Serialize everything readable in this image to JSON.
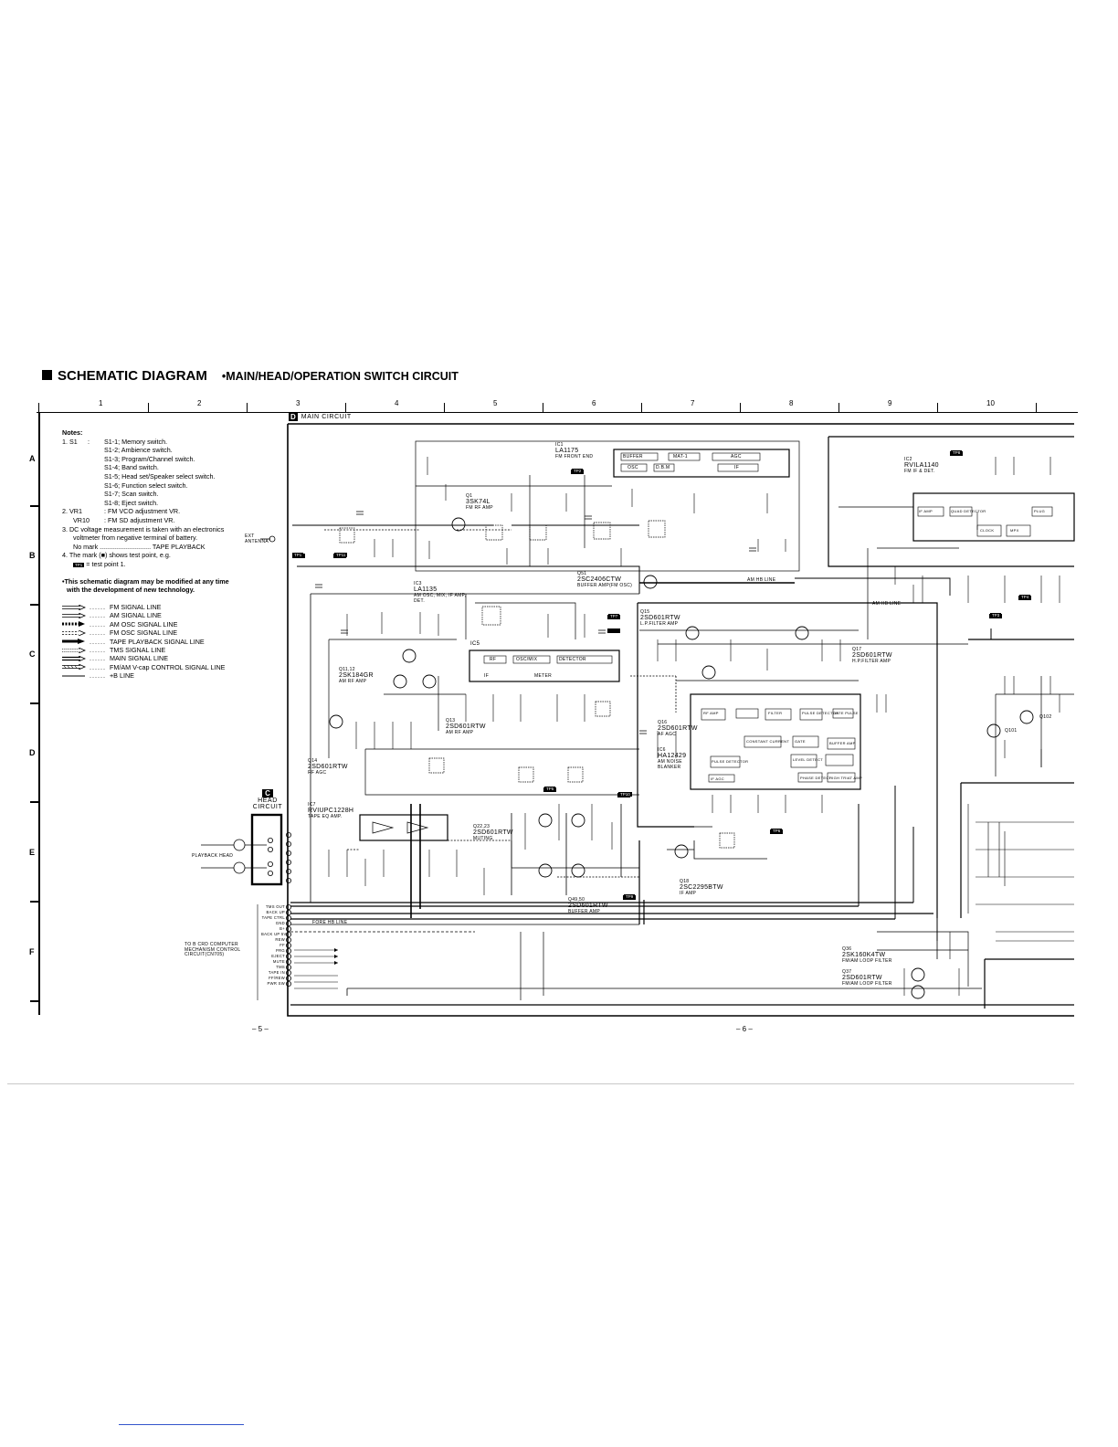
{
  "header": {
    "title": "SCHEMATIC DIAGRAM",
    "subtitle": "•MAIN/HEAD/OPERATION SWITCH CIRCUIT"
  },
  "grid": {
    "columns": [
      "1",
      "2",
      "3",
      "4",
      "5",
      "6",
      "7",
      "8",
      "9",
      "10"
    ],
    "rows": [
      "A",
      "B",
      "C",
      "D",
      "E",
      "F"
    ]
  },
  "notes": {
    "heading": "Notes:",
    "n1_key": "1.  S1",
    "s1_items": [
      "S1-1;  Memory switch.",
      "S1-2;  Ambience switch.",
      "S1-3;  Program/Channel switch.",
      "S1-4;  Band switch.",
      "S1-5;  Head set/Speaker select switch.",
      "S1-6;  Function select switch.",
      "S1-7;  Scan switch.",
      "S1-8;  Eject switch."
    ],
    "n2_key": "2.  VR1",
    "n2_val": ":  FM VCO adjustment VR.",
    "n2b_key": "VR10",
    "n2b_val": ":  FM SD adjustment VR.",
    "n3_a": "3.  DC voltage measurement is taken with an electronics",
    "n3_b": "voltmeter from negative terminal of battery.",
    "n3_c": "No mark  ............................  TAPE PLAYBACK",
    "n4": "4.  The mark (■) shows test point, e.g.",
    "n4b_tp": "TP1",
    "n4b": " = test point 1.",
    "warning_a": "•This schematic diagram may be modified at any time",
    "warning_b": "with the development of new technology."
  },
  "legend": [
    {
      "label": "FM SIGNAL LINE",
      "style": "hollow"
    },
    {
      "label": "AM SIGNAL LINE",
      "style": "hollow"
    },
    {
      "label": "AM OSC SIGNAL LINE",
      "style": "dashed-solid"
    },
    {
      "label": "FM OSC SIGNAL LINE",
      "style": "dashed-hollow"
    },
    {
      "label": "TAPE PLAYBACK SIGNAL LINE",
      "style": "solid"
    },
    {
      "label": "TMS SIGNAL LINE",
      "style": "dotted"
    },
    {
      "label": "MAIN SIGNAL LINE",
      "style": "double"
    },
    {
      "label": "FM/AM V-cap CONTROL SIGNAL LINE",
      "style": "hatched"
    },
    {
      "label": "+B LINE",
      "style": "line"
    }
  ],
  "legend_dots": "......",
  "blocks": {
    "main_letter": "D",
    "main_label": "MAIN CIRCUIT",
    "head_letter": "C",
    "head_label_1": "HEAD",
    "head_label_2": "CIRCUIT"
  },
  "components": [
    {
      "ref": "IC1",
      "part": "LA1175",
      "desc": "FM FRONT END"
    },
    {
      "ref": "IC2",
      "part": "RVILA1140",
      "desc": "FM IF & DET."
    },
    {
      "ref": "IC3",
      "part": "LA1135",
      "desc": "AM OSC, MIX, IF AMP, DET."
    },
    {
      "ref": "IC5",
      "part": "",
      "desc": ""
    },
    {
      "ref": "IC6",
      "part": "HA12429",
      "desc": "AM NOISE BLANKER"
    },
    {
      "ref": "IC7",
      "part": "RVIUPC1228H",
      "desc": "TAPE EQ AMP."
    },
    {
      "ref": "Q1",
      "part": "3SK74L",
      "desc": "FM RF AMP"
    },
    {
      "ref": "Q11,12",
      "part": "2SK184GR",
      "desc": "AM RF AMP"
    },
    {
      "ref": "Q13",
      "part": "2SD601RTW",
      "desc": "AM RF AMP"
    },
    {
      "ref": "Q14",
      "part": "2SD601RTW",
      "desc": "RF AGC"
    },
    {
      "ref": "Q15",
      "part": "2SD601RTW",
      "desc": "L.P.FILTER AMP"
    },
    {
      "ref": "Q16",
      "part": "2SD601RTW",
      "desc": "AF AGC"
    },
    {
      "ref": "Q17",
      "part": "2SD601RTW",
      "desc": "H.P.FILTER AMP"
    },
    {
      "ref": "Q18",
      "part": "2SC2295BTW",
      "desc": "IF AMP"
    },
    {
      "ref": "Q22,23",
      "part": "2SD601RTW",
      "desc": "MUTING"
    },
    {
      "ref": "Q49,50",
      "part": "2SD601RTW",
      "desc": "BUFFER AMP"
    },
    {
      "ref": "Q51",
      "part": "2SC2406CTW",
      "desc": "BUFFER AMP(FM OSC)"
    },
    {
      "ref": "Q36",
      "part": "2SK160K4TW",
      "desc": "FM/AM LOOP FILTER"
    },
    {
      "ref": "Q37",
      "part": "2SD601RTW",
      "desc": "FM/AM LOOP FILTER"
    },
    {
      "ref": "Q101",
      "part": "",
      "desc": ""
    },
    {
      "ref": "Q102",
      "part": "",
      "desc": ""
    }
  ],
  "ic1_blocks": [
    "BUFFER",
    "MAT-1",
    "AGC",
    "OSC",
    "D.B.M",
    "IF"
  ],
  "ic2_blocks": [
    "IF AMP",
    "QUAD DETECTOR",
    "PLUG",
    "CLOCK",
    "MPX"
  ],
  "ic5_blocks": [
    "RF",
    "OSC/MIX",
    "IF",
    "DETECTOR",
    "METER"
  ],
  "ic6_blocks": [
    "RF AMP",
    "FILTER",
    "PULSE DETECTOR",
    "GATE PULSE",
    "CONSTANT CURRENT",
    "PULSE DETECTOR",
    "GATE",
    "LEVEL DETECT",
    "IF AGC",
    "PHASE DETECT",
    "BUFFER AMP",
    "HIGH TRIAT AMP"
  ],
  "signals": {
    "am_hb": "AM HB LINE",
    "am_hb2": "AM HB LINE",
    "fm_hb": "FORE HB LINE",
    "antenna": "EXT ANTENNA",
    "playback": "PLAYBACK HEAD",
    "to_b": "TO B CRD COMPUTER MECHANISM CONTROL CIRCUIT(CN705)"
  },
  "connector_pins": [
    "TMS OUT",
    "BACK UP",
    "TAPE CTRL",
    "GND",
    "B+",
    "BACK UP 5V",
    "REW",
    "FF",
    "PRG",
    "EJECT",
    "MUTE",
    "TMS",
    "TAPE IN",
    "FF/REW",
    "PWR SW"
  ],
  "test_points": [
    "TP1",
    "TP2",
    "TP3",
    "TP4",
    "TP5",
    "TP6",
    "TP7",
    "TP8",
    "TP9",
    "TP10",
    "TP11"
  ],
  "pages": {
    "left": "– 5 –",
    "right": "– 6 –"
  }
}
